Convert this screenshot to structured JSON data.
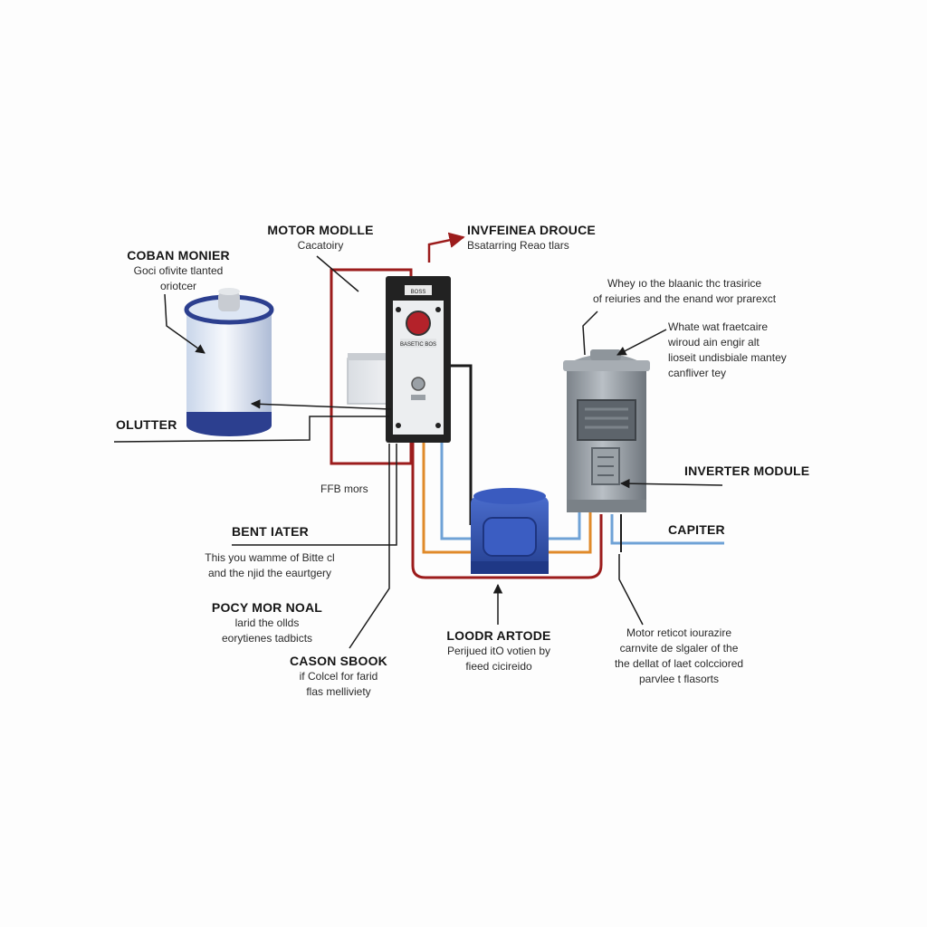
{
  "labels": {
    "coban_moner": {
      "title": "COBAN MONIER",
      "lines": [
        "Goci ofivite tlanted",
        "oriotcer"
      ]
    },
    "motor_module": {
      "title": "MOTOR MODLLE",
      "lines": [
        "Cacatoiry"
      ]
    },
    "inverter_drouce": {
      "title": "INVFEINEA DROUCE",
      "lines": [
        "Bsatarring Reao tlars"
      ]
    },
    "top_right_note": {
      "lines": [
        "Whey ıo the blaanic thc trasirice",
        "of reiuries and the enand wor prarexct"
      ]
    },
    "right_note": {
      "lines": [
        "Whate wat fraetcaire",
        "wiroud ain engir alt",
        "lioseit undisbiale mantey",
        "canfliver tey"
      ]
    },
    "olutter": {
      "title": "OLUTTER"
    },
    "ffi_mors": {
      "text": "FFB mors"
    },
    "inverter_module": {
      "title": "INVERTER MODULE"
    },
    "capiter": {
      "title": "CAPITER"
    },
    "bent_iater": {
      "title": "BENT IATER",
      "lines": [
        "This you wamme of Bitte cl",
        "and the njid the eaurtgery"
      ]
    },
    "pocy_noal": {
      "title": "POCY MOR NOAL",
      "lines": [
        "larid the ollds",
        "eorytienes tadbicts"
      ]
    },
    "cason_sbook": {
      "title": "CASON SBOOK",
      "lines": [
        "if Colcel for farid",
        "flas melliviety"
      ]
    },
    "loodr_artode": {
      "title": "LOODR ARTODE",
      "lines": [
        "Perijued itO votien by",
        "fieed cicireido"
      ]
    },
    "motor_note": {
      "lines": [
        "Motor reticot iourazire",
        "carnvite de slgaler of the",
        "the dellat of laet colcciored",
        "parvlee t flasorts"
      ]
    }
  },
  "device": {
    "top_label": "BOSS",
    "mid_label": "BASETIC BOS",
    "indicator_color": "#b4222a"
  },
  "colors": {
    "wire_red": "#9c1c1c",
    "wire_orange": "#e08a2a",
    "wire_blue": "#6fa2d6",
    "wire_black": "#1b1b1b",
    "capacitor_blue": "#2c3f8f",
    "motor_blue": "#2f4fae",
    "inverter_gray": "#8d949b"
  }
}
